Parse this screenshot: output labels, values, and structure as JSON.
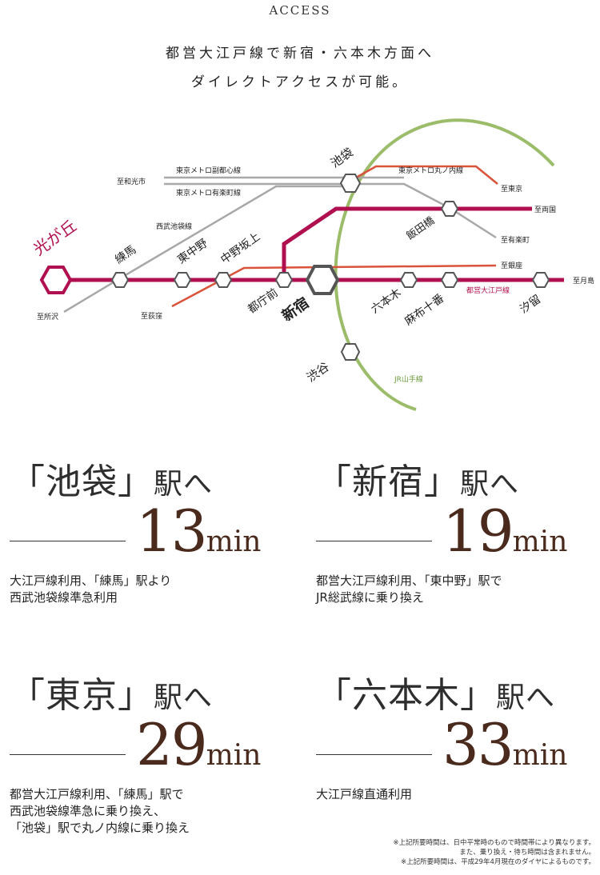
{
  "header": {
    "title": "ACCESS",
    "lead_line1": "都営大江戸線で新宿・六本木方面へ",
    "lead_line2": "ダイレクトアクセスが可能。"
  },
  "map": {
    "lines": {
      "fukutoshin": "東京メトロ副都心線",
      "yurakucho": "東京メトロ有楽町線",
      "seibu": "西武池袋線",
      "marunouchi": "東京メトロ丸ノ内線",
      "oedo": "都営大江戸線",
      "yamanote": "JR山手線"
    },
    "destinations": {
      "wakoshi": "至和光市",
      "tokyo": "至東京",
      "ryogoku": "至両国",
      "yurakucho": "至有楽町",
      "ginza": "至銀座",
      "tsukishima": "至月島",
      "tokorozawa": "至所沢",
      "ogikubo": "至荻窪"
    },
    "stations": {
      "hikarigaoka": "光が丘",
      "nerima": "練馬",
      "higashinakano": "東中野",
      "nakanosakaue": "中野坂上",
      "tochomae": "都庁前",
      "shinjuku": "新宿",
      "roppongi": "六本木",
      "azabujuban": "麻布十番",
      "shiodome": "汐留",
      "ikebukuro": "池袋",
      "iidabashi": "飯田橋",
      "shibuya": "渋谷"
    },
    "colors": {
      "oedo": "#b0104f",
      "yamanote": "#9bbd6a",
      "marunouchi": "#d9533a",
      "metro_gray": "#9a9a9a"
    }
  },
  "cards": [
    {
      "dest_open": "「",
      "dest_name": "池袋",
      "dest_close": "」",
      "dest_suffix": "駅へ",
      "minutes": "13",
      "unit": "min",
      "desc_line1": "大江戸線利用、「練馬」駅より",
      "desc_line2": "西武池袋線準急利用",
      "desc_line3": ""
    },
    {
      "dest_open": "「",
      "dest_name": "新宿",
      "dest_close": "」",
      "dest_suffix": "駅へ",
      "minutes": "19",
      "unit": "min",
      "desc_line1": "都営大江戸線利用、「東中野」駅で",
      "desc_line2": "JR総武線に乗り換え",
      "desc_line3": ""
    },
    {
      "dest_open": "「",
      "dest_name": "東京",
      "dest_close": "」",
      "dest_suffix": "駅へ",
      "minutes": "29",
      "unit": "min",
      "desc_line1": "都営大江戸線利用、「練馬」駅で",
      "desc_line2": "西武池袋線準急に乗り換え、",
      "desc_line3": "「池袋」駅で丸ノ内線に乗り換え"
    },
    {
      "dest_open": "「",
      "dest_name": "六本木",
      "dest_close": "」",
      "dest_suffix": "駅へ",
      "minutes": "33",
      "unit": "min",
      "desc_line1": "大江戸線直通利用",
      "desc_line2": "",
      "desc_line3": ""
    }
  ],
  "notes": {
    "line1": "※上記所要時間は、日中平常時のもので時間帯により異なります。",
    "line2": "また、乗り換え・待ち時間は含まれません。",
    "line3": "※上記所要時間は、平成29年4月現在のダイヤによるものです。"
  }
}
